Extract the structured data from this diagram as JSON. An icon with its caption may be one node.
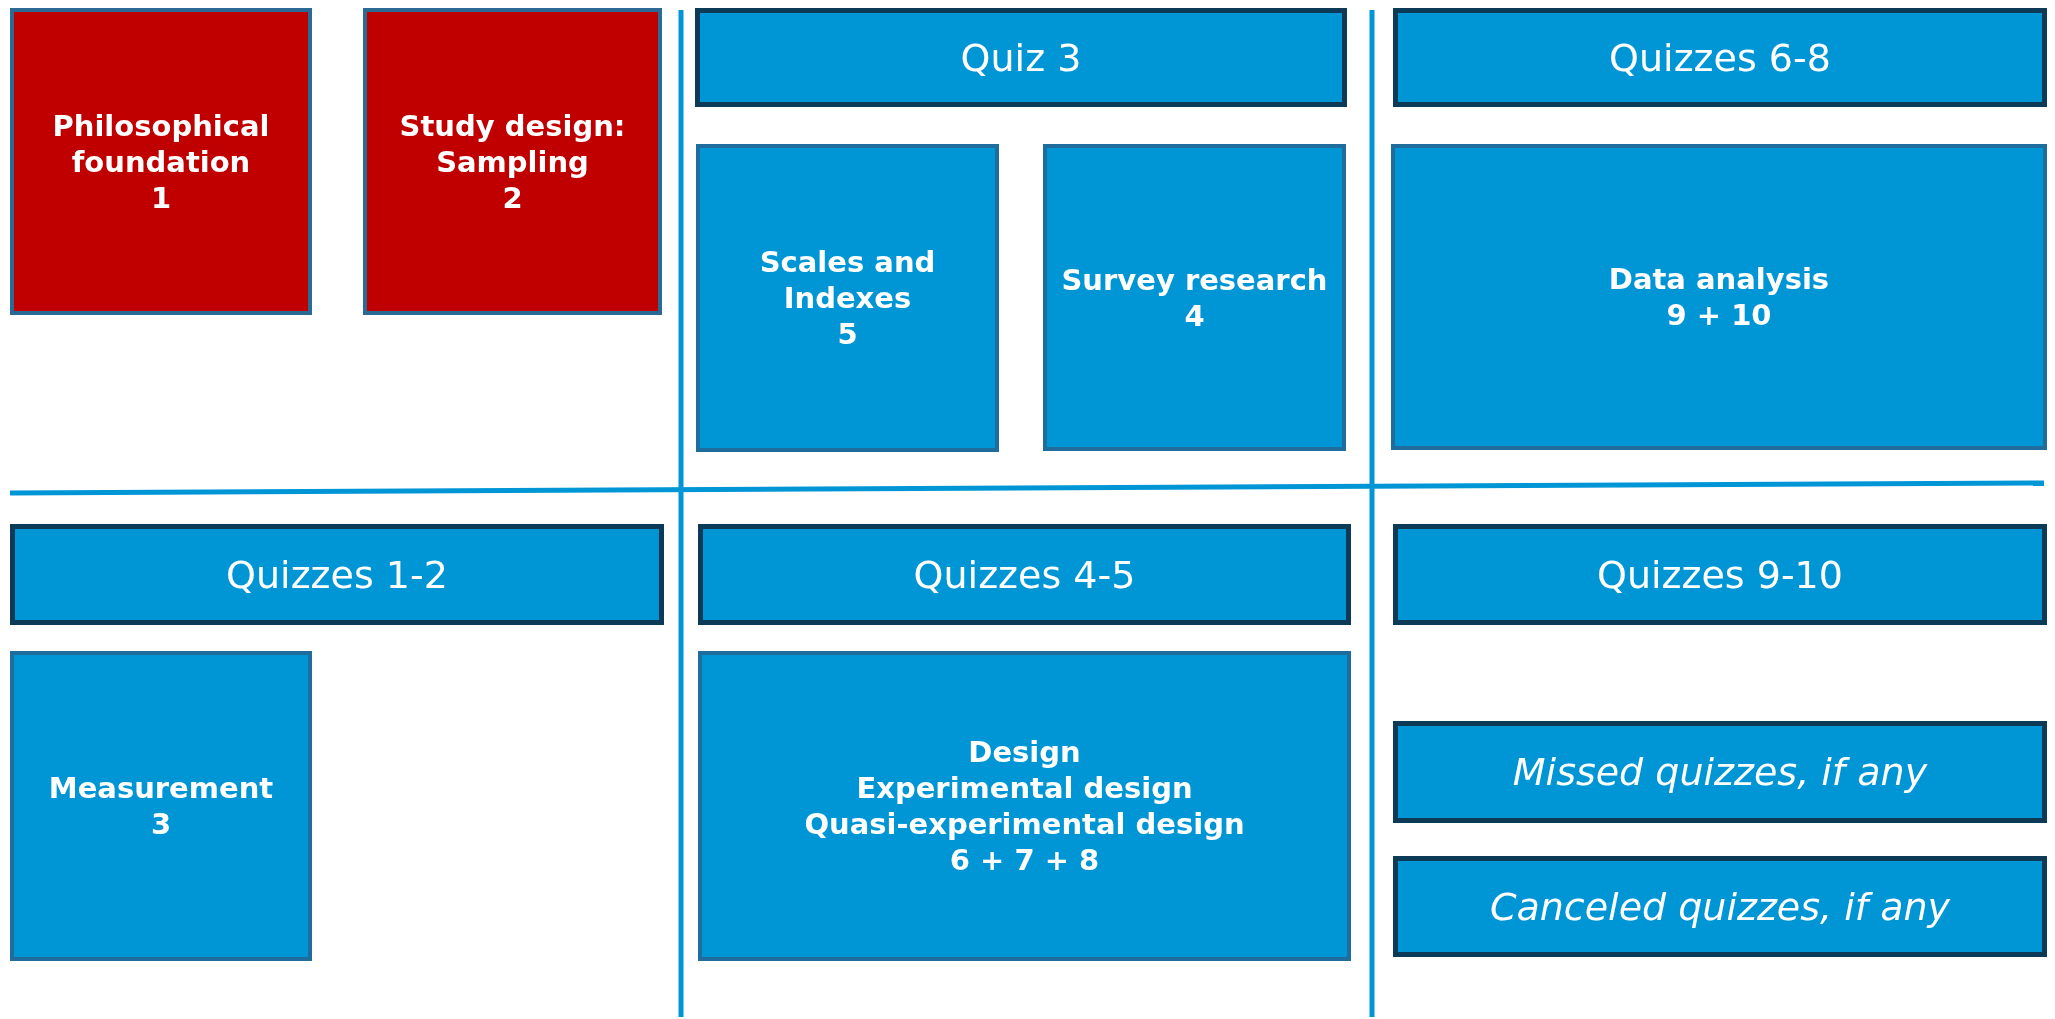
{
  "diagram": {
    "nodes": [
      {
        "text": [
          "Philosophical foundation",
          "1"
        ]
      },
      {
        "text": [
          "Study design: Sampling",
          "2"
        ]
      },
      {
        "text": [
          "Quiz 3"
        ]
      },
      {
        "text": [
          "Quizzes 6-8"
        ]
      },
      {
        "text": [
          "Scales and Indexes",
          "5"
        ]
      },
      {
        "text": [
          "Survey research",
          "4"
        ]
      },
      {
        "text": [
          "Data analysis",
          "9 + 10"
        ]
      },
      {
        "text": [
          "Quizzes 1-2"
        ]
      },
      {
        "text": [
          "Quizzes 4-5"
        ]
      },
      {
        "text": [
          "Quizzes 9-10"
        ]
      },
      {
        "text": [
          "Measurement",
          "3"
        ]
      },
      {
        "text": [
          "Design",
          "Experimental design",
          "Quasi-experimental design",
          "6 + 7 + 8"
        ]
      },
      {
        "text": [
          "Missed quizzes, if any"
        ]
      },
      {
        "text": [
          "Canceled quizzes, if any"
        ]
      }
    ],
    "edges": []
  }
}
